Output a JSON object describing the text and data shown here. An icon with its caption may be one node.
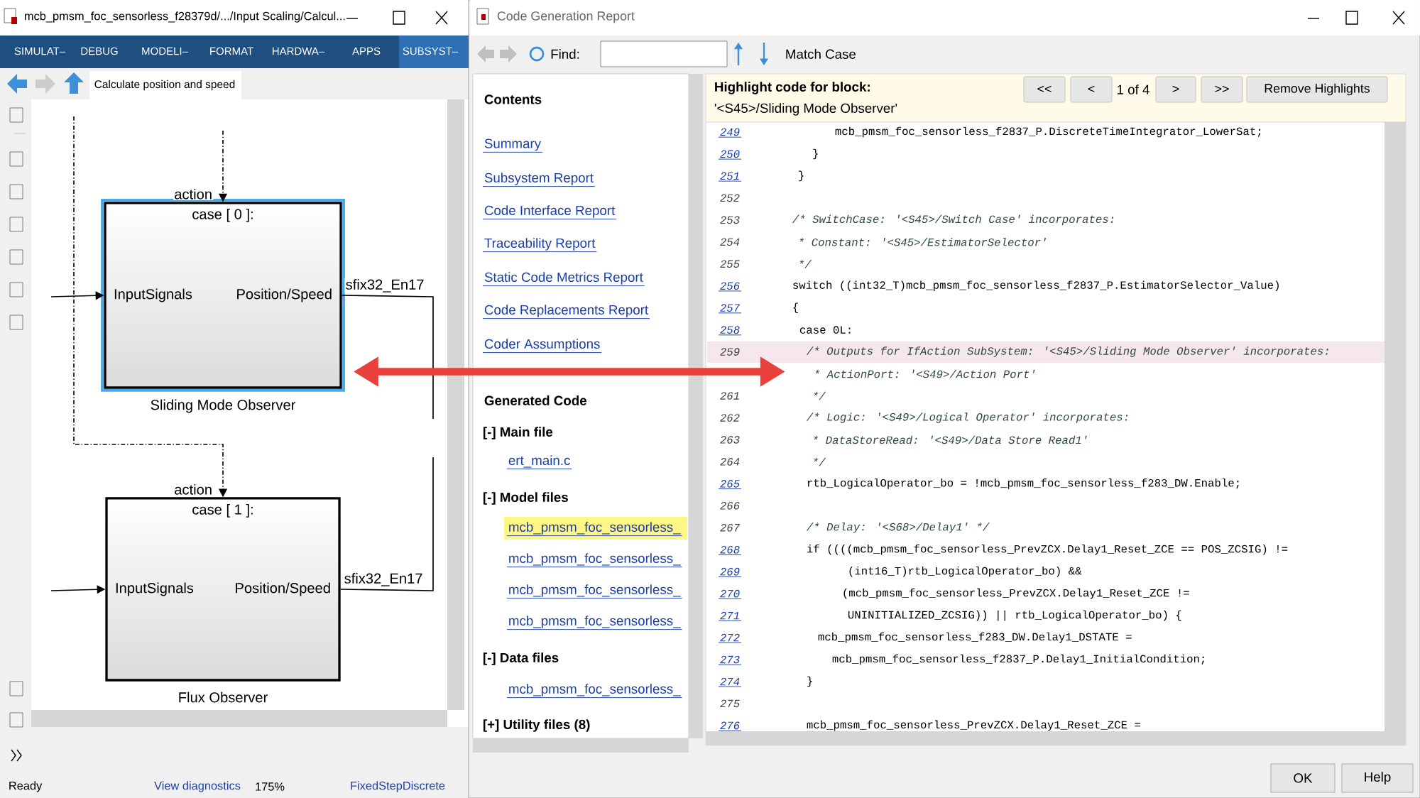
{
  "diagram": {
    "nodes": [
      {
        "text": [
          "case [ 0 ]:",
          "InputSignals",
          "Position/Speed",
          "Sliding Mode Observer"
        ]
      },
      {
        "text": [
          "case [ 1 ]:",
          "InputSignals",
          "Position/Speed",
          "Flux Observer"
        ]
      },
      {
        "text": [
          "/* Outputs for IfAction SubSystem: '<S45>/Sliding Mode Observer' incorporates:"
        ]
      }
    ],
    "edges": [
      {
        "from": null,
        "to": 0,
        "arrow": "to",
        "style": "dashed",
        "label": "action"
      },
      {
        "from": null,
        "to": 0,
        "arrow": "to"
      },
      {
        "from": 0,
        "to": null,
        "arrow": "none",
        "label": "sfix32_En17"
      },
      {
        "from": null,
        "to": 1,
        "arrow": "to",
        "style": "dashed",
        "label": "action"
      },
      {
        "from": null,
        "to": 1,
        "arrow": "to"
      },
      {
        "from": 1,
        "to": null,
        "arrow": "none",
        "label": "sfix32_En17"
      },
      {
        "from": 0,
        "to": 2,
        "arrow": "both",
        "style": "thick",
        "color": "#e8403a"
      }
    ],
    "labels": [
      "mcb_pmsm_foc_sensorless_f28379d/.../Input Scaling/Calcul...",
      "SIMULAT–",
      "DEBUG",
      "MODELI–",
      "FORMAT",
      "HARDWA–",
      "APPS",
      "SUBSYST–",
      "Calculate position and speed",
      "Ready",
      "View diagnostics",
      "175%",
      "FixedStepDiscrete",
      "Code Generation Report",
      "Find:",
      "Match Case",
      "Contents",
      "Summary",
      "Subsystem Report",
      "Code Interface Report",
      "Traceability Report",
      "Static Code Metrics Report",
      "Code Replacements Report",
      "Coder Assumptions",
      "Generated Code",
      "[-] Main file",
      "ert_main.c",
      "[-] Model files",
      "mcb_pmsm_foc_sensorless_",
      "mcb_pmsm_foc_sensorless_",
      "mcb_pmsm_foc_sensorless_",
      "mcb_pmsm_foc_sensorless_",
      "[-] Data files",
      "mcb_pmsm_foc_sensorless_",
      "[+] Utility files (8)",
      "Highlight code for block:",
      "'<S45>/Sliding Mode Observer'",
      "<<",
      "<",
      "1 of 4",
      ">",
      ">>",
      "Remove Highlights",
      "249",
      "mcb_pmsm_foc_sensorless_f2837_P.DiscreteTimeIntegrator_LowerSat;",
      "250",
      "}",
      "251",
      "}",
      "252",
      "253",
      "/* SwitchCase: '<S45>/Switch Case' incorporates:",
      "254",
      "* Constant: '<S45>/EstimatorSelector'",
      "255",
      "*/",
      "256",
      "switch ((int32_T)mcb_pmsm_foc_sensorless_f2837_P.EstimatorSelector_Value)",
      "257",
      "{",
      "258",
      "case 0L:",
      "259",
      "* ActionPort: '<S49>/Action Port'",
      "261",
      "*/",
      "262",
      "/* Logic: '<S49>/Logical Operator' incorporates:",
      "263",
      "* DataStoreRead: '<S49>/Data Store Read1'",
      "264",
      "*/",
      "265",
      "rtb_LogicalOperator_bo = !mcb_pmsm_foc_sensorless_f283_DW.Enable;",
      "266",
      "267",
      "/* Delay: '<S68>/Delay1' */",
      "268",
      "if ((((mcb_pmsm_foc_sensorless_PrevZCX.Delay1_Reset_ZCE == POS_ZCSIG) !=",
      "269",
      "(int16_T)rtb_LogicalOperator_bo) &&",
      "270",
      "(mcb_pmsm_foc_sensorless_PrevZCX.Delay1_Reset_ZCE !=",
      "271",
      "UNINITIALIZED_ZCSIG)) || rtb_LogicalOperator_bo) {",
      "272",
      "mcb_pmsm_foc_sensorless_f283_DW.Delay1_DSTATE =",
      "273",
      "mcb_pmsm_foc_sensorless_f2837_P.Delay1_InitialCondition;",
      "274",
      "}",
      "275",
      "276",
      "mcb_pmsm_foc_sensorless_PrevZCX.Delay1_Reset_ZCE =",
      "OK",
      "Help"
    ]
  }
}
